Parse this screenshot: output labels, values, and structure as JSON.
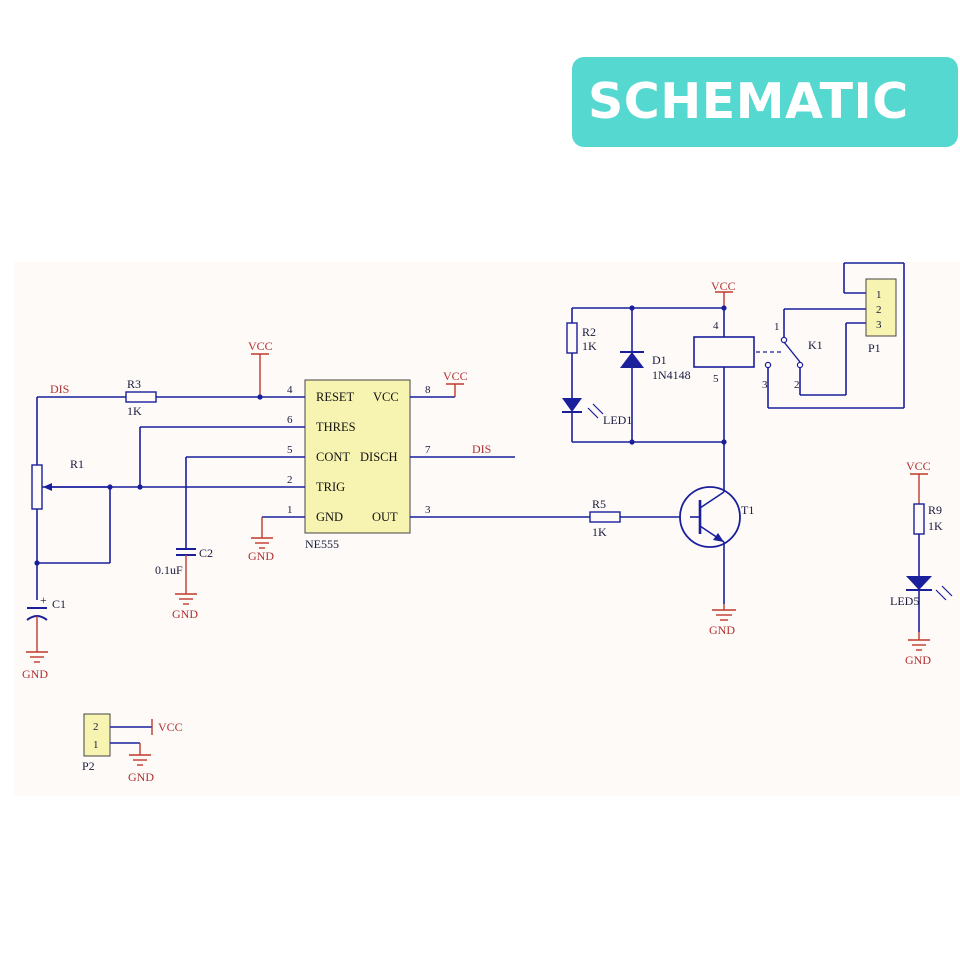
{
  "badge": {
    "text": "SCHEMATIC"
  },
  "colors": {
    "badge_bg": "#55d8cf",
    "wire": "#1a1f9c",
    "power": "#c0392b",
    "ic_fill": "#f7f3b0"
  },
  "power_labels": {
    "vcc": "VCC",
    "gnd": "GND"
  },
  "net_labels": {
    "dis_left": "DIS",
    "dis_right": "DIS"
  },
  "ic": {
    "ref": "NE555",
    "pins_left": [
      {
        "name": "RESET",
        "num": "4"
      },
      {
        "name": "THRES",
        "num": "6"
      },
      {
        "name": "CONT",
        "num": "5"
      },
      {
        "name": "TRIG",
        "num": "2"
      },
      {
        "name": "GND",
        "num": "1"
      }
    ],
    "pins_right": [
      {
        "name": "VCC",
        "num": "8"
      },
      {
        "name": "DISCH",
        "num": "7"
      },
      {
        "name": "OUT",
        "num": "3"
      }
    ]
  },
  "components": {
    "r1": {
      "ref": "R1"
    },
    "r2": {
      "ref": "R2",
      "value": "1K"
    },
    "r3": {
      "ref": "R3",
      "value": "1K"
    },
    "r5": {
      "ref": "R5",
      "value": "1K"
    },
    "r9": {
      "ref": "R9",
      "value": "1K"
    },
    "c1": {
      "ref": "C1"
    },
    "c2": {
      "ref": "C2",
      "value": "0.1uF"
    },
    "d1": {
      "ref": "D1",
      "value": "1N4148"
    },
    "led1": {
      "ref": "LED1"
    },
    "led5": {
      "ref": "LED5"
    },
    "t1": {
      "ref": "T1"
    },
    "k1": {
      "ref": "K1",
      "pins": [
        "1",
        "2",
        "3",
        "4",
        "5"
      ]
    },
    "p1": {
      "ref": "P1",
      "pins": [
        "1",
        "2",
        "3"
      ]
    },
    "p2": {
      "ref": "P2",
      "pins": [
        "2",
        "1"
      ]
    }
  }
}
